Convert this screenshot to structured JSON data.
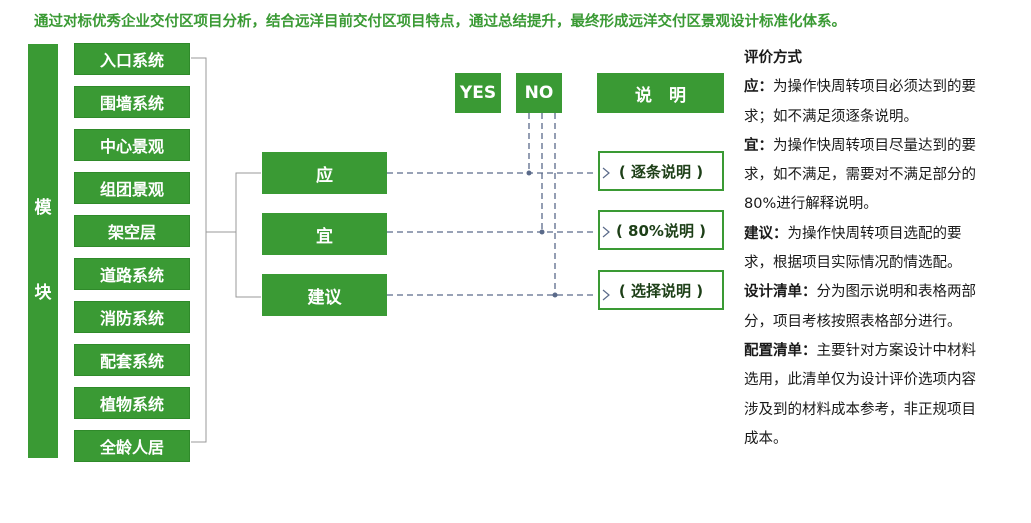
{
  "intro": "通过对标优秀企业交付区项目分析，结合远洋目前交付区项目特点，通过总结提升，最终形成远洋交付区景观设计标准化体系。",
  "module_label": [
    "模",
    "块"
  ],
  "modules": [
    "入口系统",
    "围墙系统",
    "中心景观",
    "组团景观",
    "架空层",
    "道路系统",
    "消防系统",
    "配套系统",
    "植物系统",
    "全龄人居"
  ],
  "categories": [
    "应",
    "宜",
    "建议"
  ],
  "headers": {
    "yes": "YES",
    "no": "NO",
    "note": "说　明"
  },
  "outputs": [
    "( 逐条说明 )",
    "( 80%说明 )",
    "( 选择说明 )"
  ],
  "right": {
    "title": "评价方式",
    "items": [
      {
        "term": "应",
        "sep": "：",
        "text": "为操作快周转项目必须达到的要求；如不满足须逐条说明。"
      },
      {
        "term": "宜",
        "sep": "：",
        "text": "为操作快周转项目尽量达到的要求，如不满足，需要对不满足部分的80%进行解释说明。"
      },
      {
        "term": "建议",
        "sep": "：",
        "text": "为操作快周转项目选配的要求，根据项目实际情况酌情选配。"
      },
      {
        "term": "设计清单",
        "sep": "：",
        "text": "分为图示说明和表格两部分，项目考核按照表格部分进行。"
      },
      {
        "term": "配置清单",
        "sep": "：",
        "text": "主要针对方案设计中材料选用，此清单仅为设计评价选项内容涉及到的材料成本参考，非正规项目成本。"
      }
    ]
  },
  "colors": {
    "green": "#3a9a34",
    "line": "#5a6a8a",
    "bracket": "#999999"
  }
}
